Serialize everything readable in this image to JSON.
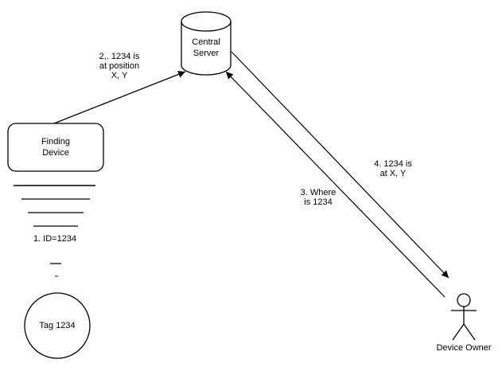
{
  "diagram": {
    "nodes": {
      "central_server": {
        "line1": "Central",
        "line2": "Server"
      },
      "finding_device": {
        "line1": "Finding",
        "line2": "Device"
      },
      "tag": {
        "label": "Tag 1234"
      },
      "device_owner": {
        "label": "Device Owner"
      }
    },
    "messages": {
      "msg1": {
        "text": "1. ID=1234"
      },
      "msg2": {
        "line1": "2,. 1234 is",
        "line2": "at position",
        "line3": "X, Y"
      },
      "msg3": {
        "line1": "3. Where",
        "line2": "is 1234"
      },
      "msg4": {
        "line1": "4. 1234 is",
        "line2": "at X, Y"
      }
    },
    "colors": {
      "stroke": "#000000",
      "canvas": "#ffffff",
      "signal_line": "#616161"
    }
  }
}
